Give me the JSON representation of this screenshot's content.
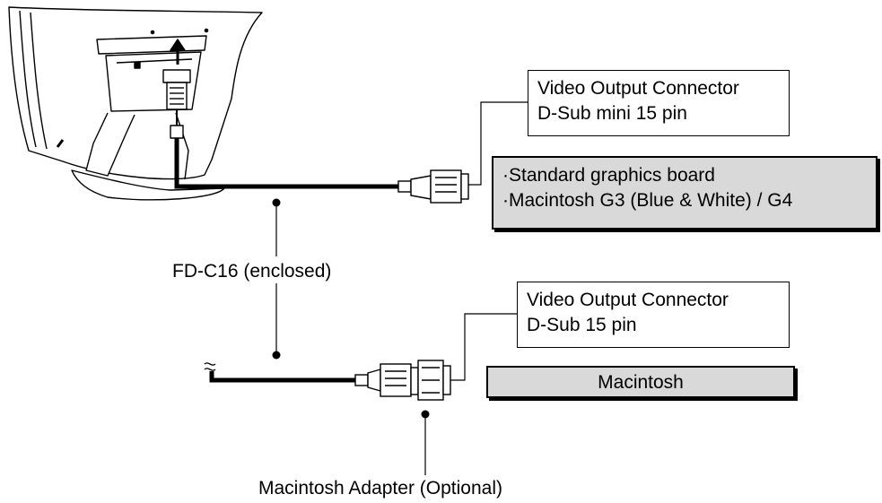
{
  "connector_1": {
    "title": "Video Output Connector",
    "type": "D-Sub mini 15 pin"
  },
  "computers_1": {
    "items": [
      "·Standard graphics board",
      "·Macintosh G3 (Blue & White) / G4"
    ]
  },
  "cable_label": "FD-C16 (enclosed)",
  "connector_2": {
    "title": "Video Output Connector",
    "type": "D-Sub 15 pin"
  },
  "computers_2": {
    "label": "Macintosh"
  },
  "adapter_label": "Macintosh Adapter (Optional)",
  "colors": {
    "line": "#000000",
    "box_fill": "#ffffff",
    "shaded_fill": "#d9d9d9"
  }
}
